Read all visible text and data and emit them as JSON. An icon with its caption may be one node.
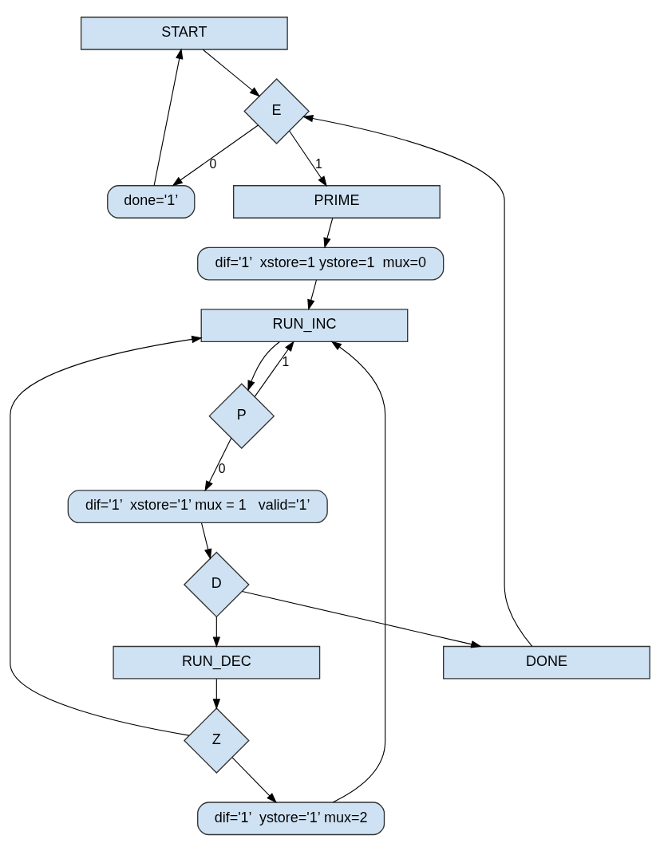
{
  "diagram": {
    "nodes": [
      {
        "text": [
          "START"
        ]
      },
      {
        "text": [
          "E"
        ]
      },
      {
        "text": [
          "done='1’"
        ]
      },
      {
        "text": [
          "PRIME"
        ]
      },
      {
        "text": [
          "dif='1’  xstore=1 ystore=1  mux=0"
        ]
      },
      {
        "text": [
          "RUN_INC"
        ]
      },
      {
        "text": [
          "P"
        ]
      },
      {
        "text": [
          "dif='1’  ystore='1’ mux=2"
        ]
      },
      {
        "text": [
          "dif='1’  xstore='1’ mux = 1   valid='1’"
        ]
      },
      {
        "text": [
          "D"
        ]
      },
      {
        "text": [
          "Z"
        ]
      },
      {
        "text": [
          "RUN_DEC"
        ]
      },
      {
        "text": [
          "DONE"
        ]
      }
    ],
    "edges": [
      {
        "from": 0,
        "to": 1,
        "arrow": "to"
      },
      {
        "from": 1,
        "to": 2,
        "arrow": "to",
        "label": "0"
      },
      {
        "from": 2,
        "to": 0,
        "arrow": "to"
      },
      {
        "from": 1,
        "to": 3,
        "arrow": "to",
        "label": "1"
      },
      {
        "from": 3,
        "to": 4,
        "arrow": "to"
      },
      {
        "from": 4,
        "to": 5,
        "arrow": "to"
      },
      {
        "from": 5,
        "to": 6,
        "arrow": "to"
      },
      {
        "from": 6,
        "to": 5,
        "arrow": "to",
        "label": "1"
      },
      {
        "from": 6,
        "to": 8,
        "arrow": "to",
        "label": "0"
      },
      {
        "from": 8,
        "to": 9,
        "arrow": "to"
      },
      {
        "from": 9,
        "to": 11,
        "arrow": "to"
      },
      {
        "from": 9,
        "to": 12,
        "arrow": "to"
      },
      {
        "from": 11,
        "to": 10,
        "arrow": "to"
      },
      {
        "from": 10,
        "to": 7,
        "arrow": "to"
      },
      {
        "from": 7,
        "to": 5,
        "arrow": "to"
      },
      {
        "from": 10,
        "to": 5,
        "arrow": "to"
      },
      {
        "from": 12,
        "to": 1,
        "arrow": "to"
      }
    ]
  }
}
